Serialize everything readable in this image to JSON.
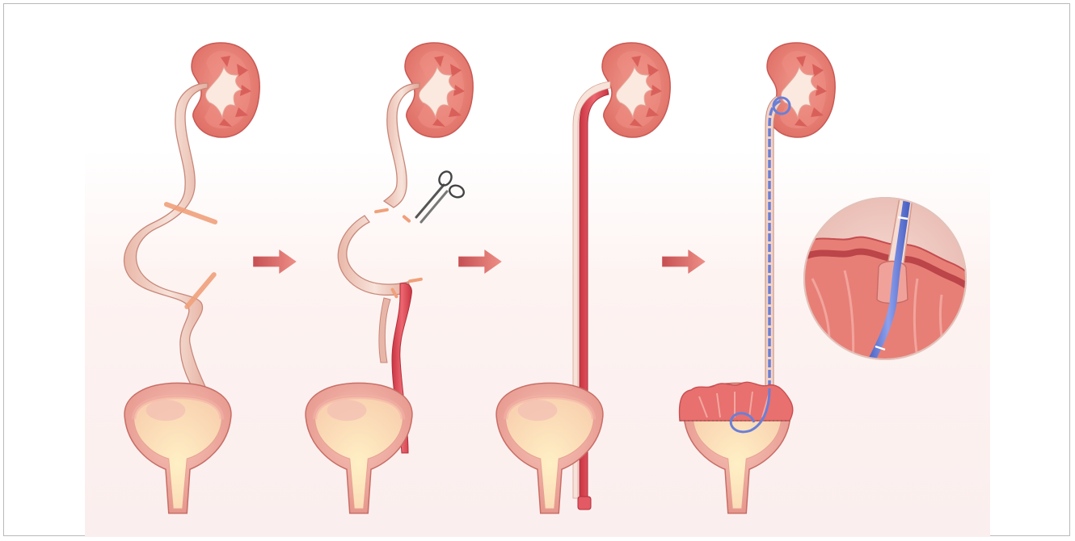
{
  "diagram": {
    "steps": [
      {
        "id": "ureteral-stricture",
        "anatomy": [
          "kidney",
          "ureter",
          "bladder"
        ]
      },
      {
        "id": "stricture-excision",
        "anatomy": [
          "kidney",
          "ureter",
          "bladder"
        ],
        "tools": [
          "scissors-icon"
        ]
      },
      {
        "id": "bowel-segment-interposition",
        "anatomy": [
          "kidney",
          "tubular-graft",
          "bladder"
        ]
      },
      {
        "id": "stent-and-anastomosis",
        "anatomy": [
          "kidney",
          "double-j-stent",
          "augmented-bladder"
        ],
        "inset": "magnified-anastomosis"
      }
    ],
    "arrows": [
      "step-arrow",
      "step-arrow",
      "step-arrow"
    ],
    "colors": {
      "kidney_cortex": "#e8857a",
      "kidney_pelvis": "#fbe6dd",
      "ureter": "#f3d3c7",
      "stricture_band": "#f0a07a",
      "graft": "#d9454f",
      "bladder_wall": "#f0aaa0",
      "bladder_lumen": "#fbe3c2",
      "stent": "#6a7fd6",
      "arrow": "#d86a6a",
      "background_glow": "#fdf0ee"
    }
  }
}
